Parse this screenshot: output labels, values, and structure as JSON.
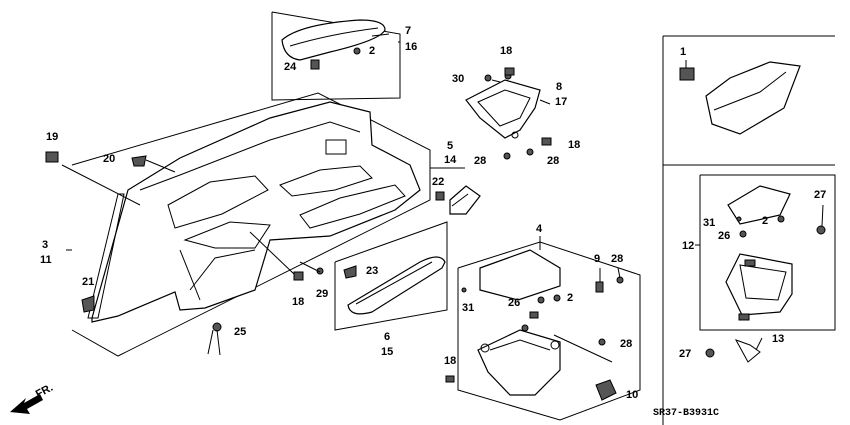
{
  "diagram_code": "SR37-B3931C",
  "direction_marker": "FR.",
  "callouts": {
    "c1": "1",
    "c2a": "2",
    "c2b": "2",
    "c2c": "2",
    "c3": "3",
    "c11": "11",
    "c4": "4",
    "c5": "5",
    "c14": "14",
    "c6": "6",
    "c15": "15",
    "c7": "7",
    "c16": "16",
    "c8": "8",
    "c17": "17",
    "c9": "9",
    "c10": "10",
    "c12": "12",
    "c13": "13",
    "c18a": "18",
    "c18b": "18",
    "c18c": "18",
    "c18d": "18",
    "c19": "19",
    "c20": "20",
    "c21": "21",
    "c22": "22",
    "c23": "23",
    "c24": "24",
    "c25": "25",
    "c26a": "26",
    "c26b": "26",
    "c27a": "27",
    "c27b": "27",
    "c28a": "28",
    "c28b": "28",
    "c28c": "28",
    "c28d": "28",
    "c29": "29",
    "c30": "30",
    "c31a": "31",
    "c31b": "31"
  }
}
